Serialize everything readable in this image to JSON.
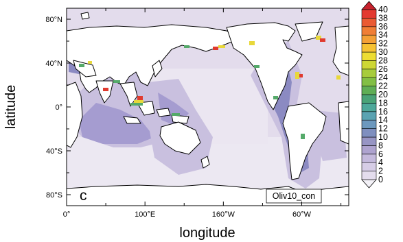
{
  "panel_label": "c",
  "experiment_label": "Oliv10_con",
  "x_axis": {
    "title": "longitude",
    "ticks": [
      {
        "lon": 0,
        "label": "0°"
      },
      {
        "lon": 100,
        "label": "100°E"
      },
      {
        "lon": 200,
        "label": "160°W"
      },
      {
        "lon": 300,
        "label": "60°W"
      }
    ],
    "range": [
      0,
      360
    ]
  },
  "y_axis": {
    "title": "latitude",
    "ticks": [
      {
        "lat": 80,
        "label": "80°N"
      },
      {
        "lat": 40,
        "label": "40°N"
      },
      {
        "lat": 0,
        "label": "0°"
      },
      {
        "lat": -40,
        "label": "40°S"
      },
      {
        "lat": -80,
        "label": "80°S"
      }
    ],
    "range": [
      -90,
      90
    ]
  },
  "colorbar": {
    "labels": [
      "40",
      "38",
      "36",
      "34",
      "32",
      "30",
      "28",
      "26",
      "24",
      "22",
      "20",
      "18",
      "16",
      "14",
      "12",
      "10",
      "8",
      "6",
      "4",
      "2",
      "0"
    ],
    "colors": [
      "#f4f2f8",
      "#e4dded",
      "#d6cde6",
      "#c4b9dc",
      "#aea3cf",
      "#9795c4",
      "#7f8fbf",
      "#6c98be",
      "#5aa3b2",
      "#4ea89a",
      "#4aa377",
      "#5fae55",
      "#82bf44",
      "#a7cc3c",
      "#cdd735",
      "#eddd33",
      "#f6c233",
      "#f4a036",
      "#f07e35",
      "#ea5a33",
      "#e33a30",
      "#c8222d"
    ],
    "extend": "both"
  },
  "map_colors": {
    "land": "#ffffff",
    "ocean_base": "#e3dcec",
    "ocean_light": "#ece8f2",
    "coast_low": "#c9c0df",
    "coast_mid": "#a59cd0",
    "coast_high": "#8b8ac2",
    "hotspot_green": "#55aa6a",
    "hotspot_yellow": "#e8d83a",
    "hotspot_red": "#e03a2e"
  }
}
